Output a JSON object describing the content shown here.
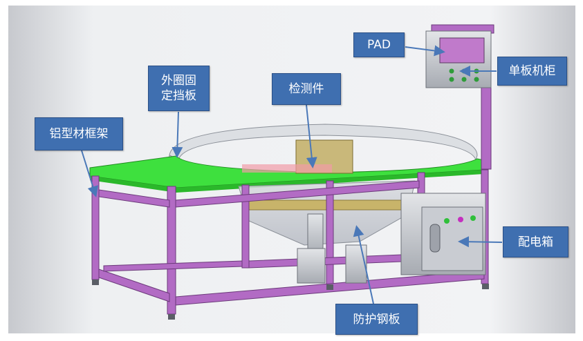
{
  "colors": {
    "callout_fill": "#3f6fb0",
    "arrow": "#4a78b8",
    "frame": "#b26bc4",
    "table_top": "#3ee03e",
    "cabinet": "#c9ccd2",
    "background": "#e4e6ea"
  },
  "labels": {
    "pad": "PAD",
    "board_cabinet": "单板机柜",
    "outer_baffle": "外圈固\n定挡板",
    "test_piece": "检测件",
    "aluminum_frame": "铝型材框架",
    "distribution_box": "配电箱",
    "steel_guard": "防护钢板"
  }
}
